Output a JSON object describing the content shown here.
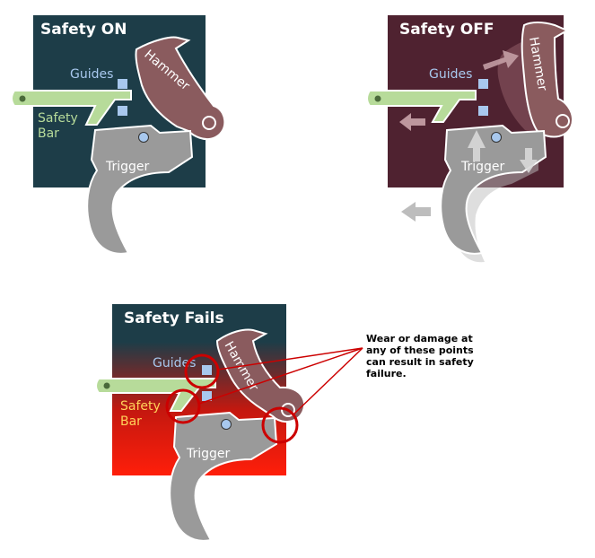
{
  "panels": {
    "on": {
      "title": "Safety ON",
      "guides": "Guides",
      "safety_bar_line1": "Safety",
      "safety_bar_line2": "Bar",
      "hammer": "Hammer",
      "trigger": "Trigger"
    },
    "off": {
      "title": "Safety OFF",
      "guides": "Guides",
      "hammer": "Hammer",
      "trigger": "Trigger"
    },
    "fails": {
      "title": "Safety Fails",
      "guides": "Guides",
      "safety_bar_line1": "Safety",
      "safety_bar_line2": "Bar",
      "hammer": "Hammer",
      "trigger": "Trigger"
    }
  },
  "note": {
    "line1": "Wear or damage at",
    "line2": "any of these points",
    "line3": "can result in safety",
    "line4": "failure."
  },
  "colors": {
    "on_bg": "#1d3d48",
    "off_bg": "#4f2230",
    "fails_top": "#1d3d48",
    "fails_bottom": "#ff1e0a",
    "hammer": "#8a5b5e",
    "trigger": "#9a9a9a",
    "safety_bar": "#b7db9a",
    "guide": "#a8c8ee",
    "circle": "#cc0000"
  }
}
